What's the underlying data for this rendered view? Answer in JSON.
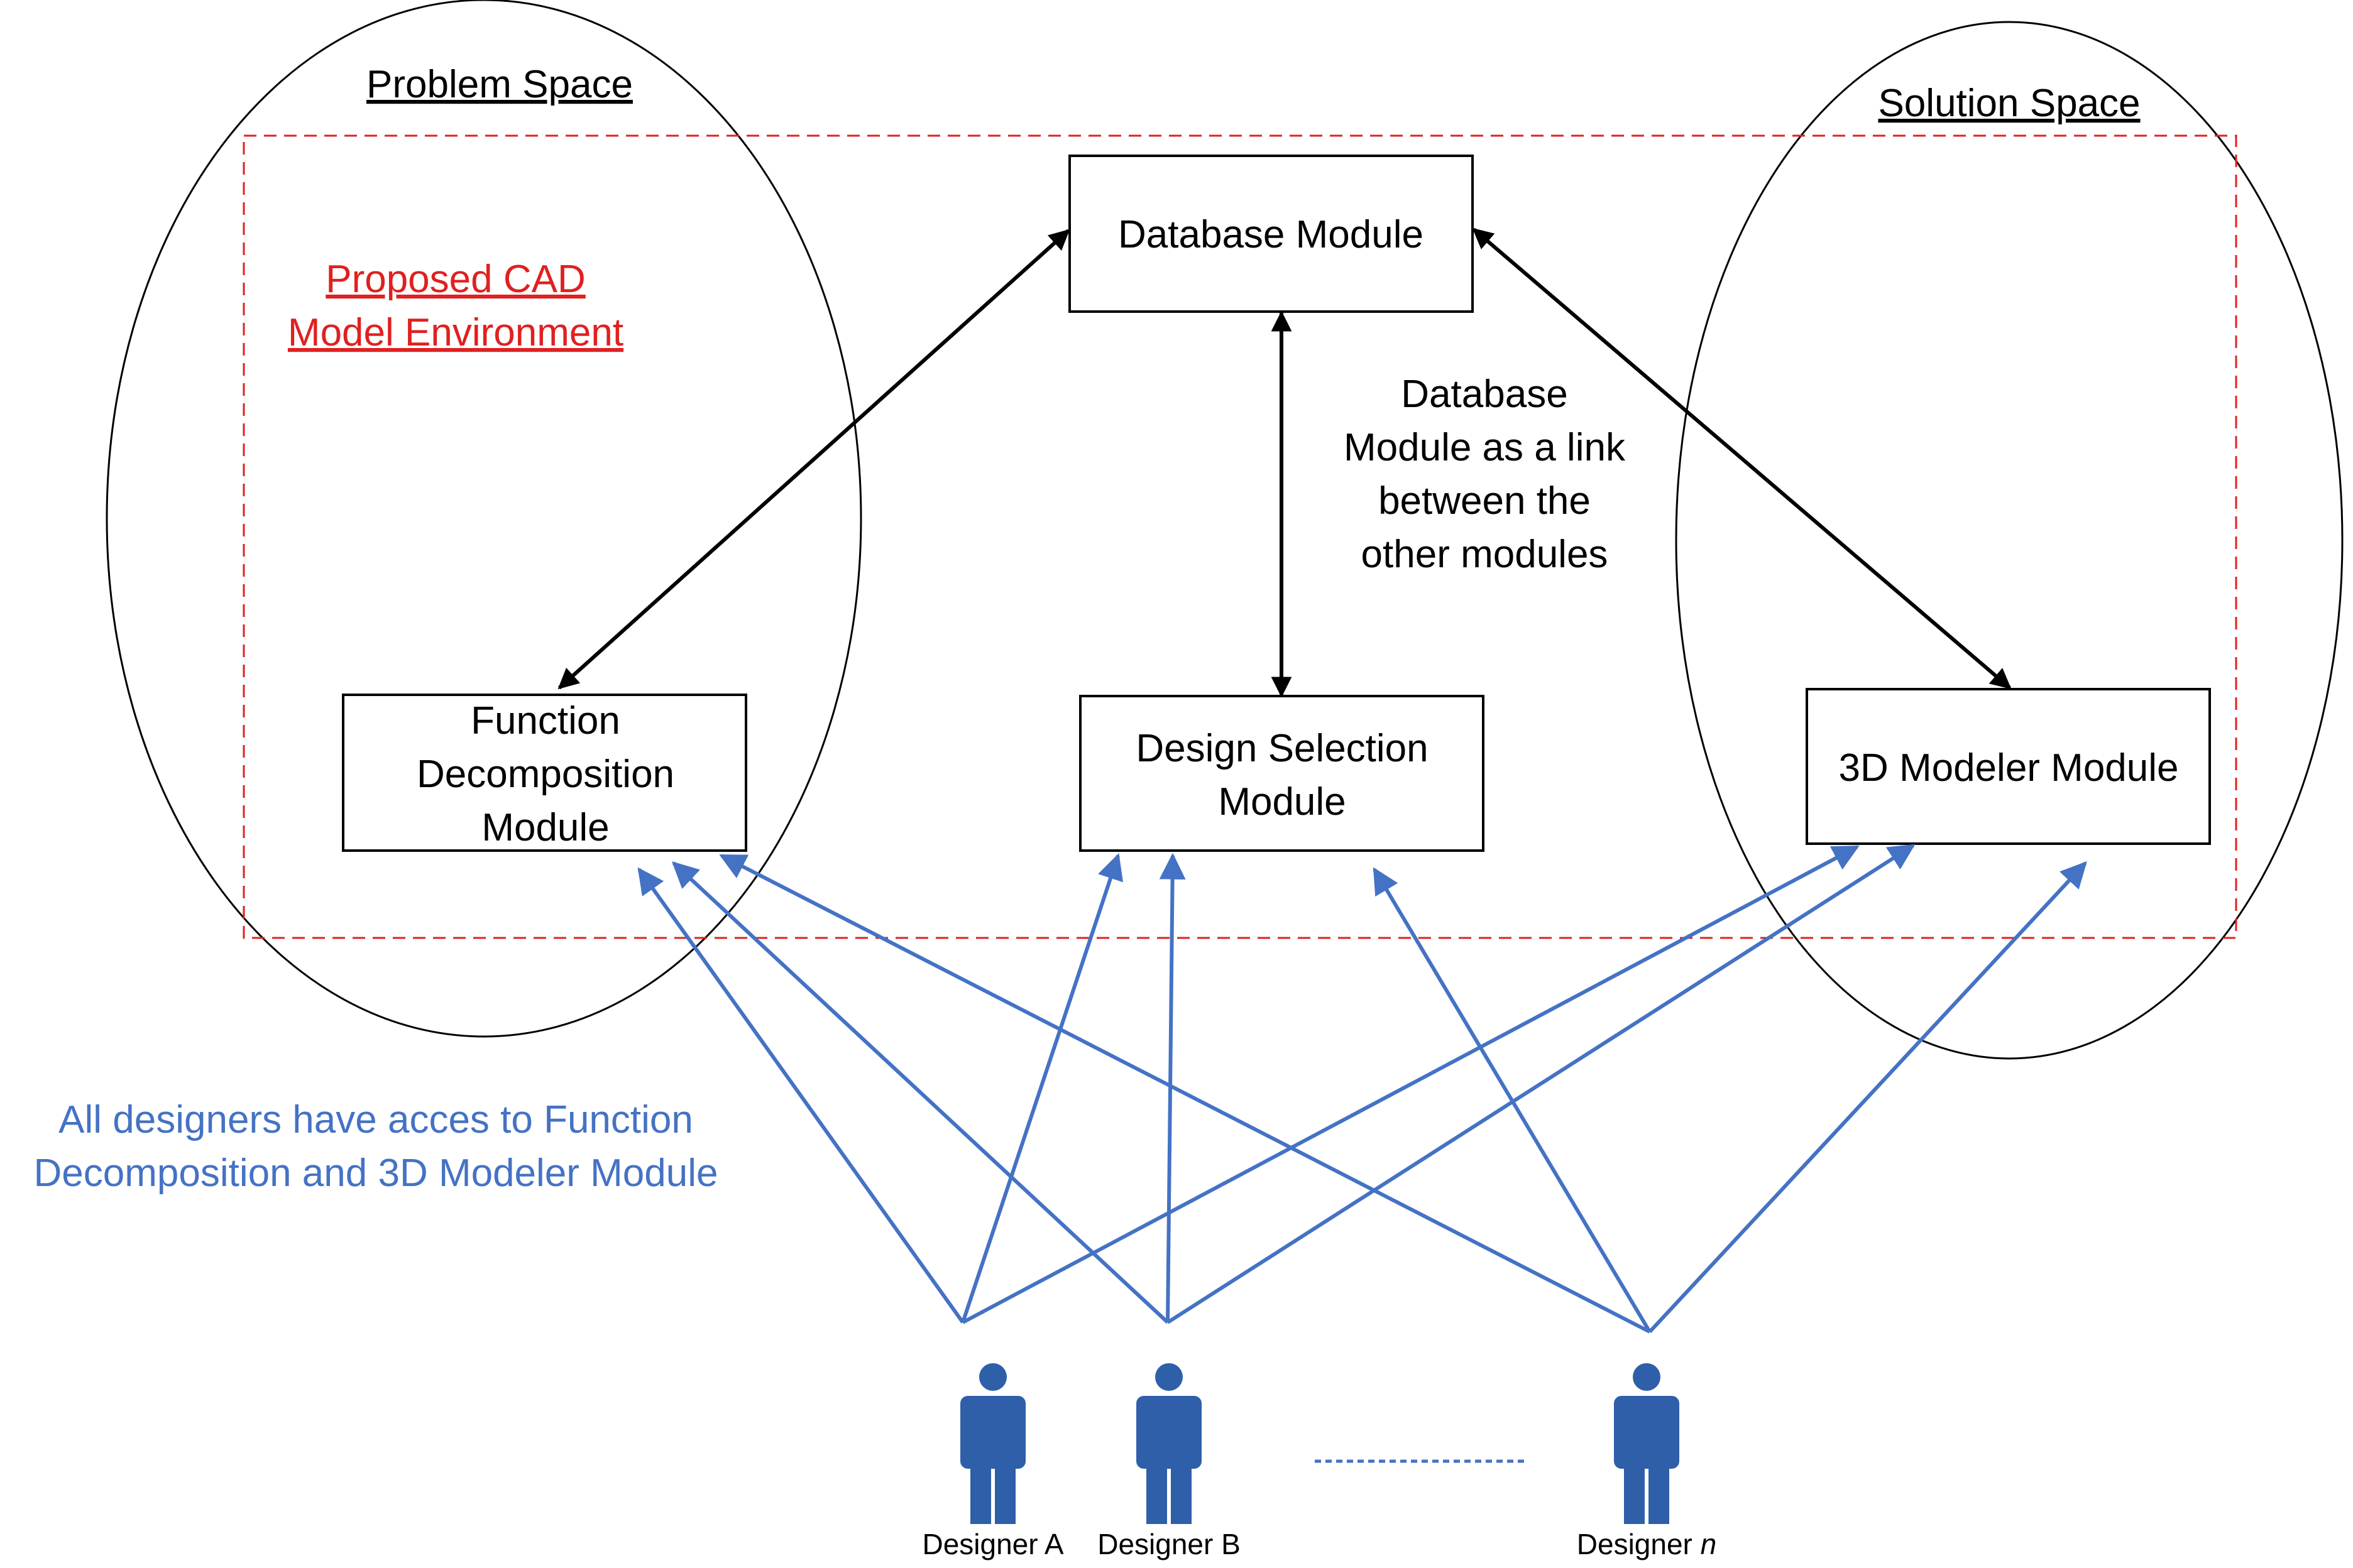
{
  "spaces": {
    "problem": "Problem Space",
    "solution": "Solution Space"
  },
  "environment": {
    "line1": "Proposed CAD",
    "line2": "Model Environment"
  },
  "modules": {
    "database": "Database Module",
    "function_decomposition": [
      "Function",
      "Decomposition",
      "Module"
    ],
    "design_selection": [
      "Design Selection",
      "Module"
    ],
    "modeler_3d": "3D Modeler Module"
  },
  "database_note": [
    "Database",
    "Module as a link",
    "between the",
    "other modules"
  ],
  "access_note": [
    "All designers have acces to Function",
    "Decomposition and 3D Modeler Module"
  ],
  "designers": {
    "a": "Designer A",
    "b": "Designer B",
    "n_prefix": "Designer ",
    "n_suffix": "n"
  },
  "colors": {
    "accent_blue": "#4472c4",
    "person_blue": "#2e5fa8",
    "environment_red": "#e02020"
  }
}
